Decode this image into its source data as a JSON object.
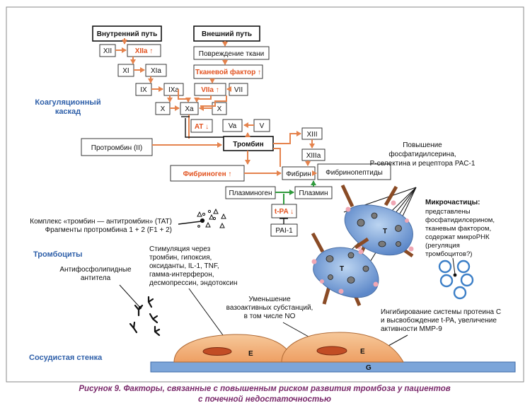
{
  "nodes": {
    "intrinsic": "Внутренний путь",
    "extrinsic": "Внешний путь",
    "xii": "XII",
    "xiia": "XIIa ↑",
    "xi": "XI",
    "xia": "XIa",
    "ix": "IX",
    "ixa": "IXa",
    "x": "X",
    "xa": "Xa",
    "tissue_damage": "Повреждение ткани",
    "tissue_factor": "Тканевой фактор ↑",
    "viia": "VIIa ↑",
    "vii": "VII",
    "at": "AT ↓",
    "va": "Va",
    "v": "V",
    "prothrombin": "Протромбин (II)",
    "thrombin": "Тромбин",
    "xiii": "XIII",
    "xiiia": "XIIIa",
    "fibrinogen": "Фибриноген ↑",
    "fibrin": "Фибрин",
    "fibrinopeptides": "Фибринопептиды",
    "plasminogen": "Плазминоген",
    "plasmin": "Плазмин",
    "tpa": "t-PA ↓",
    "pai1": "PAI-1"
  },
  "labels": {
    "cascade_line1": "Коагуляционный",
    "cascade_line2": "каскад",
    "tat": "Комплекс «тромбин — антитромбин» (TAT)",
    "fragments": "Фрагменты протромбина 1 + 2 (F1 + 2)",
    "ps_line1": "Повышение",
    "ps_line2": "фосфатидилсерина,",
    "ps_line3": "Р-селектина и рецептора PAC-1",
    "micro_title": "Микрочастицы:",
    "micro_l1": "представлены",
    "micro_l2": "фосфатидилсерином,",
    "micro_l3": "тканевым фактором,",
    "micro_l4": "содержат микроРНК",
    "micro_l5": "(регуляция",
    "micro_l6": "тромбоцитов?)",
    "platelet_mark": "T",
    "platelets": "Тромбоциты",
    "apl_line1": "Антифосфолипидные",
    "apl_line2": "антитела",
    "stim_l1": "Стимуляция через",
    "stim_l2": "тромбин, гипоксия,",
    "stim_l3": "оксиданты, IL-1, TNF,",
    "stim_l4": "гамма-интерферон,",
    "stim_l5": "десмопрессин, эндотоксин",
    "vaso_l1": "Уменьшение",
    "vaso_l2": "вазоактивных субстанций,",
    "vaso_l3": "в том числе NO",
    "pc_l1": "Ингибирование системы протеина C",
    "pc_l2": "и высвобождение t-PA, увеличение",
    "pc_l3": "активности MMP-9",
    "vessel_wall": "Сосудистая стенка",
    "e_mark": "E",
    "g_mark": "G"
  },
  "caption": {
    "line1": "Рисунок 9. Факторы, связанные с повышенным риском развития тромбоза у пациентов",
    "line2": "с почечной недостаточностью"
  },
  "colors": {
    "cascade_arrow": "#e5834d",
    "fibrinolysis_arrow": "#2f9a3c",
    "highlight_text": "#e2521f",
    "section_title": "#2e5fa9",
    "caption": "#7a2a6b",
    "platelet": "#5d88c9",
    "endothelium": "#ee9f63",
    "basement_membrane": "#7ca5d9"
  }
}
